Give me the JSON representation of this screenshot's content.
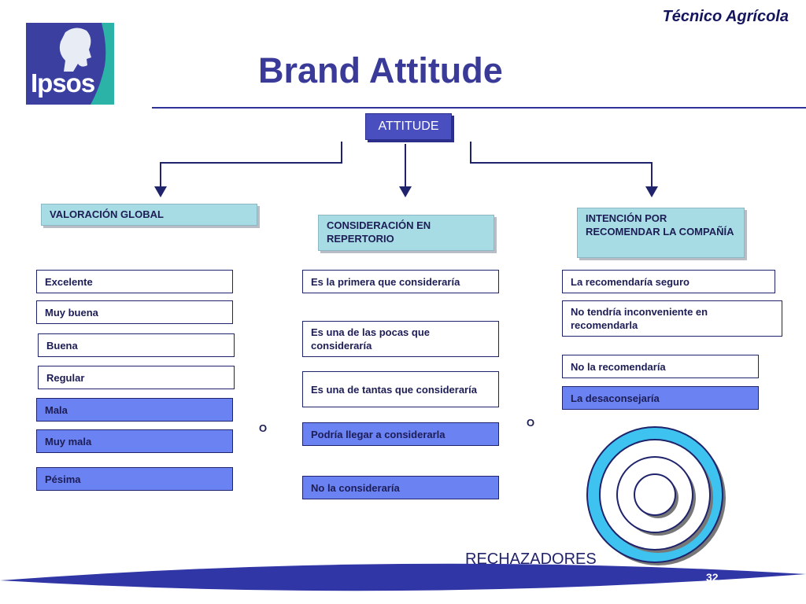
{
  "header": {
    "corner_label": "Técnico Agrícola",
    "title": "Brand Attitude"
  },
  "logo": {
    "text": "Ipsos"
  },
  "root": {
    "label": "ATTITUDE"
  },
  "columns": [
    {
      "heading": "VALORACIÓN GLOBAL",
      "options": [
        "Excelente",
        "Muy buena",
        "Buena",
        "Regular",
        "Mala",
        "Muy mala",
        "Pésima"
      ]
    },
    {
      "heading": "CONSIDERACIÓN EN REPERTORIO",
      "options": [
        "Es la primera que consideraría",
        "Es una de las pocas que consideraría",
        "Es una de tantas que consideraría",
        "Podría llegar a considerarla",
        "No la consideraría"
      ]
    },
    {
      "heading": "INTENCIÓN POR RECOMENDAR LA COMPAÑÍA",
      "options": [
        "La recomendaría seguro",
        "No tendría inconveniente en recomendarla",
        "No la recomendaría",
        "La desaconsejaría"
      ]
    }
  ],
  "separators": [
    "O",
    "O"
  ],
  "target_label": "RECHAZADORES",
  "page_number": "32",
  "colors": {
    "brand_blue": "#3b3fa0",
    "heading_fill": "#a8dce5",
    "highlight_fill": "#6b82f2",
    "line": "#1f236b"
  }
}
